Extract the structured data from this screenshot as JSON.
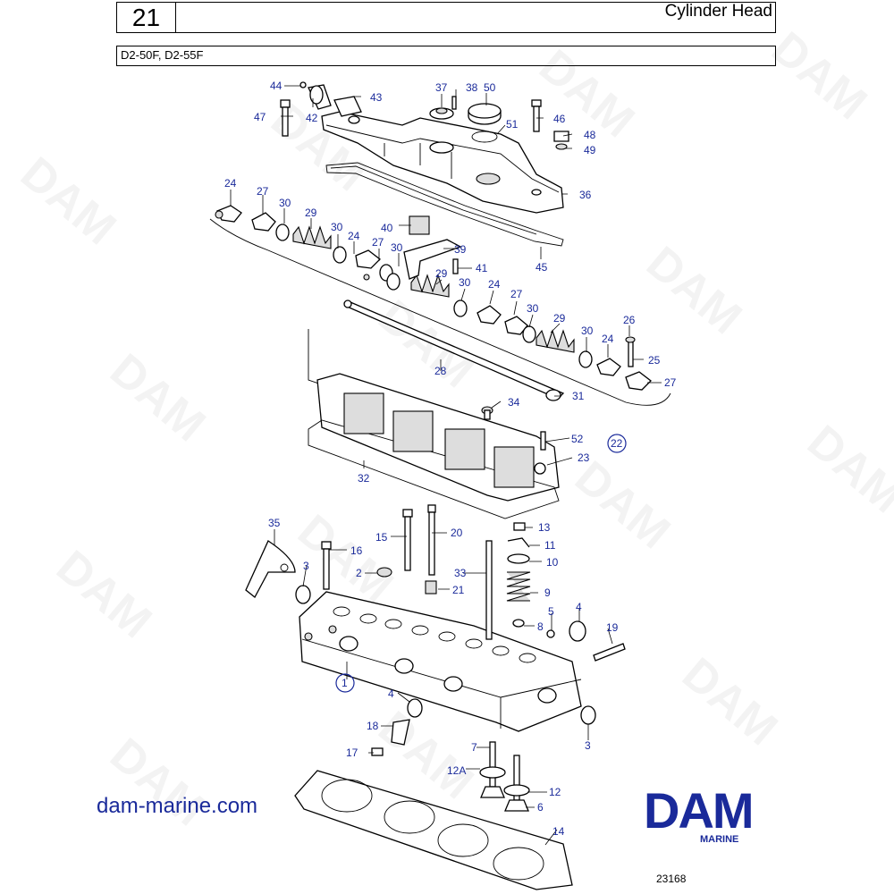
{
  "header": {
    "page_number": "21",
    "title": "Cylinder Head"
  },
  "models": "D2-50F, D2-55F",
  "website": "dam-marine.com",
  "brand": {
    "name": "DAM",
    "sub": "MARINE",
    "color": "#1a2a9a"
  },
  "watermark": "DAM",
  "diagram_number": "23168",
  "callouts": {
    "c44": "44",
    "c43": "43",
    "c47": "47",
    "c42": "42",
    "c37": "37",
    "c38": "38",
    "c50": "50",
    "c51": "51",
    "c46": "46",
    "c48": "48",
    "c49": "49",
    "c36": "36",
    "c24a": "24",
    "c27a": "27",
    "c30a": "30",
    "c29a": "29",
    "c30b": "30",
    "c40": "40",
    "c24b": "24",
    "c27b": "27",
    "c30c": "30",
    "c39": "39",
    "c41": "41",
    "c45": "45",
    "c29b": "29",
    "c30d": "30",
    "c24c": "24",
    "c27c": "27",
    "c30e": "30",
    "c29c": "29",
    "c26": "26",
    "c30f": "30",
    "c24d": "24",
    "c25": "25",
    "c27d": "27",
    "c28": "28",
    "c31": "31",
    "c34": "34",
    "c52": "52",
    "c22": "22",
    "c23": "23",
    "c32": "32",
    "c35": "35",
    "c16": "16",
    "c15": "15",
    "c20": "20",
    "c13": "13",
    "c11": "11",
    "c10": "10",
    "c3a": "3",
    "c2": "2",
    "c33": "33",
    "c21": "21",
    "c9": "9",
    "c4a": "4",
    "c5": "5",
    "c8": "8",
    "c19": "19",
    "c1": "1",
    "c4b": "4",
    "c18": "18",
    "c17": "17",
    "c3b": "3",
    "c7": "7",
    "c12A": "12A",
    "c12": "12",
    "c6": "6",
    "c14": "14"
  }
}
